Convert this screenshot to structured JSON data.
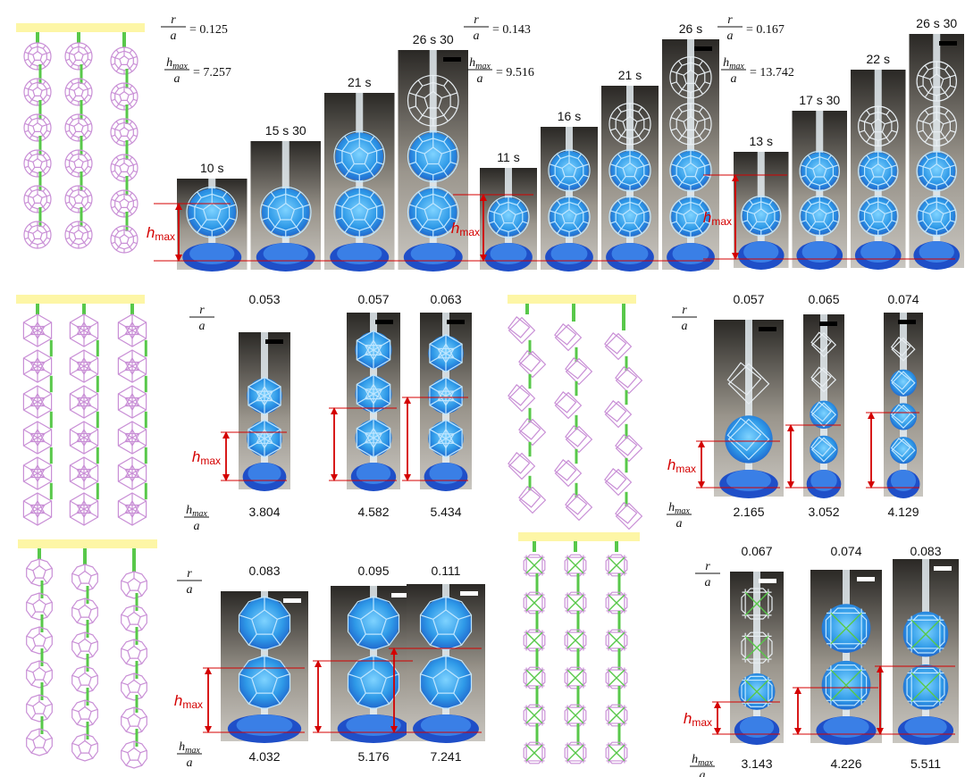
{
  "symbols": {
    "r": "r",
    "a": "a",
    "h": "h",
    "max": "max"
  },
  "colors": {
    "bar": "#fdf6a6",
    "strut": "#58c84a",
    "cage": "#c98fd6",
    "liquid": "#2f8fe0",
    "liquidDeep": "#1f4fc8",
    "photo_bg": "#6e6a62",
    "annotation": "#d40000",
    "scale_dark": "#000000",
    "scale_light": "#ffffff"
  },
  "panel_a": {
    "groups": [
      {
        "r_a": "0.125",
        "hmax_a": "7.257",
        "times": [
          "10 s",
          "15 s 30",
          "21 s",
          "26 s 30"
        ]
      },
      {
        "r_a": "0.143",
        "hmax_a": "9.516",
        "times": [
          "11 s",
          "16 s",
          "21 s",
          "26 s"
        ]
      },
      {
        "r_a": "0.167",
        "hmax_a": "13.742",
        "times": [
          "13 s",
          "17 s 30",
          "22 s",
          "26 s 30"
        ]
      }
    ]
  },
  "rows": [
    {
      "shape": "icosahedron",
      "r_a": [
        "0.053",
        "0.057",
        "0.063"
      ],
      "hmax_a": [
        "3.804",
        "4.582",
        "5.434"
      ]
    },
    {
      "shape": "cube",
      "r_a": [
        "0.057",
        "0.065",
        "0.074"
      ],
      "hmax_a": [
        "2.165",
        "3.052",
        "4.129"
      ]
    },
    {
      "shape": "dodecahedron",
      "r_a": [
        "0.083",
        "0.095",
        "0.111"
      ],
      "hmax_a": [
        "4.032",
        "5.176",
        "7.241"
      ]
    },
    {
      "shape": "cuboctahedral-lattice",
      "r_a": [
        "0.067",
        "0.074",
        "0.083"
      ],
      "hmax_a": [
        "3.143",
        "4.226",
        "5.511"
      ]
    }
  ]
}
